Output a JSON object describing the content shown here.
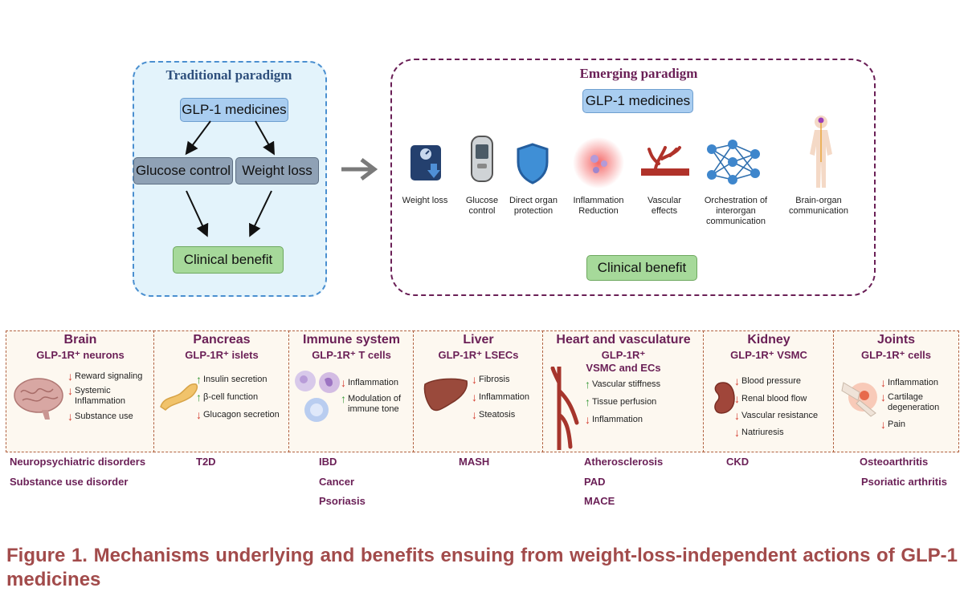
{
  "traditional": {
    "title": "Traditional paradigm",
    "medicines": "GLP-1 medicines",
    "glucose": "Glucose control",
    "weight": "Weight loss",
    "benefit": "Clinical benefit"
  },
  "emerging": {
    "title": "Emerging paradigm",
    "medicines": "GLP-1 medicines",
    "items": [
      {
        "label": "Weight loss",
        "icon": "scale-icon"
      },
      {
        "label": "Glucose control",
        "icon": "glucometer-icon"
      },
      {
        "label": "Direct organ protection",
        "icon": "shield-icon"
      },
      {
        "label": "Inflammation Reduction",
        "icon": "inflammation-icon"
      },
      {
        "label": "Vascular effects",
        "icon": "vessel-icon"
      },
      {
        "label": "Orchestration of interorgan communication",
        "icon": "network-icon"
      },
      {
        "label": "Brain-organ communication",
        "icon": "body-nerve-icon"
      }
    ],
    "benefit": "Clinical benefit"
  },
  "organs": [
    {
      "name": "Brain",
      "sub": "GLP-1R⁺ neurons",
      "effects": [
        {
          "dir": "down",
          "text": "Reward signaling"
        },
        {
          "dir": "down",
          "text": "Systemic Inflammation"
        },
        {
          "dir": "down",
          "text": "Substance use"
        }
      ],
      "diseases": [
        "Neuropsychiatric disorders",
        "Substance use disorder"
      ]
    },
    {
      "name": "Pancreas",
      "sub": "GLP-1R⁺ islets",
      "effects": [
        {
          "dir": "up",
          "text": "Insulin secretion"
        },
        {
          "dir": "up",
          "text": "β-cell function"
        },
        {
          "dir": "down",
          "text": "Glucagon secretion"
        }
      ],
      "diseases": [
        "T2D"
      ]
    },
    {
      "name": "Immune system",
      "sub": "GLP-1R⁺ T cells",
      "effects": [
        {
          "dir": "down",
          "text": "Inflammation"
        },
        {
          "dir": "up",
          "text": "Modulation of immune tone"
        }
      ],
      "diseases": [
        "IBD",
        "Cancer",
        "Psoriasis"
      ]
    },
    {
      "name": "Liver",
      "sub": "GLP-1R⁺ LSECs",
      "effects": [
        {
          "dir": "down",
          "text": "Fibrosis"
        },
        {
          "dir": "down",
          "text": "Inflammation"
        },
        {
          "dir": "down",
          "text": "Steatosis"
        }
      ],
      "diseases": [
        "MASH"
      ]
    },
    {
      "name": "Heart and vasculature",
      "sub": "GLP-1R⁺",
      "sub2": "VSMC and ECs",
      "effects": [
        {
          "dir": "up",
          "text": "Vascular stiffness"
        },
        {
          "dir": "up",
          "text": "Tissue perfusion"
        },
        {
          "dir": "down",
          "text": "Inflammation"
        }
      ],
      "diseases": [
        "Atherosclerosis",
        "PAD",
        "MACE"
      ]
    },
    {
      "name": "Kidney",
      "sub": "GLP-1R⁺ VSMC",
      "effects": [
        {
          "dir": "down",
          "text": "Blood pressure"
        },
        {
          "dir": "down",
          "text": "Renal blood flow"
        },
        {
          "dir": "down",
          "text": "Vascular resistance"
        },
        {
          "dir": "down",
          "text": "Natriuresis"
        }
      ],
      "diseases": [
        "CKD"
      ]
    },
    {
      "name": "Joints",
      "sub": "GLP-1R⁺ cells",
      "effects": [
        {
          "dir": "down",
          "text": "Inflammation"
        },
        {
          "dir": "down",
          "text": "Cartilage degeneration"
        },
        {
          "dir": "down",
          "text": "Pain"
        }
      ],
      "diseases": [
        "Osteoarthritis",
        "Psoriatic arthritis"
      ]
    }
  ],
  "caption": "Figure 1. Mechanisms underlying and benefits ensuing from weight-loss-independent actions of GLP-1 medicines",
  "colors": {
    "purple": "#6a1f56",
    "navy": "#2e4f7c",
    "down_arrow": "#d33a2c",
    "up_arrow": "#3a9a3a",
    "caption": "#a24b4b"
  }
}
